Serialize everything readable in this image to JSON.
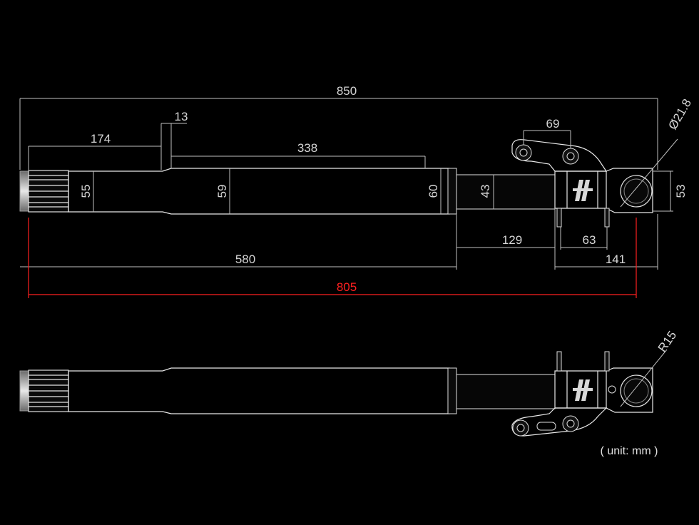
{
  "colors": {
    "background": "#000000",
    "line": "#bfbfbf",
    "highlight": "#ff2020",
    "body": "#101010"
  },
  "dimensions": {
    "overall": "850",
    "upper_tube_length": "174",
    "step": "13",
    "tube_section": "338",
    "dia_55": "55",
    "dia_59": "59",
    "dia_60": "60",
    "dia_43": "43",
    "slider_length": "580",
    "stanchion_exposed": "129",
    "caliper_mount_spacing": "63",
    "lower_length": "141",
    "axle_distance": "805",
    "mount_spacing_top": "69",
    "axle_diameter": "Ø21.8",
    "lug_height": "53",
    "radius": "R15"
  },
  "unit_note": "( unit: mm )",
  "icons": {
    "logo": "brand-logo-icon"
  }
}
